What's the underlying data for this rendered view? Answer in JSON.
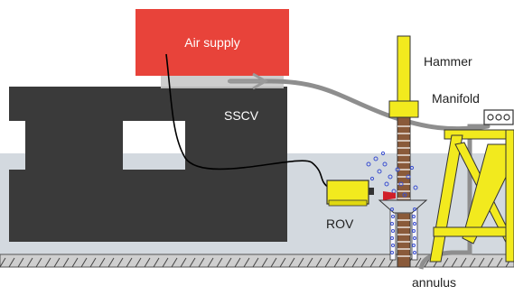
{
  "labels": {
    "air_supply": "Air supply",
    "sscv": "SSCV",
    "hammer": "Hammer",
    "manifold": "Manifold",
    "rov": "ROV",
    "annulus": "annulus"
  },
  "colors": {
    "air_supply_box": "#e8433a",
    "vessel": "#3a3a3a",
    "water": "#d3d9df",
    "seabed": "#cfcfcf",
    "pile": "#8a5a3a",
    "hammer": "#f2ea1e",
    "jacket": "#f2ea1e",
    "rov": "#f2ea1e",
    "air_hose": "#8e8e8e",
    "control_line": "#000000",
    "bubbles": "#3b4fd0",
    "nozzle": "#d0202a"
  },
  "icons": {
    "manifold": "three-port-manifold-icon",
    "flow_arrow": "arrow-right-icon"
  }
}
